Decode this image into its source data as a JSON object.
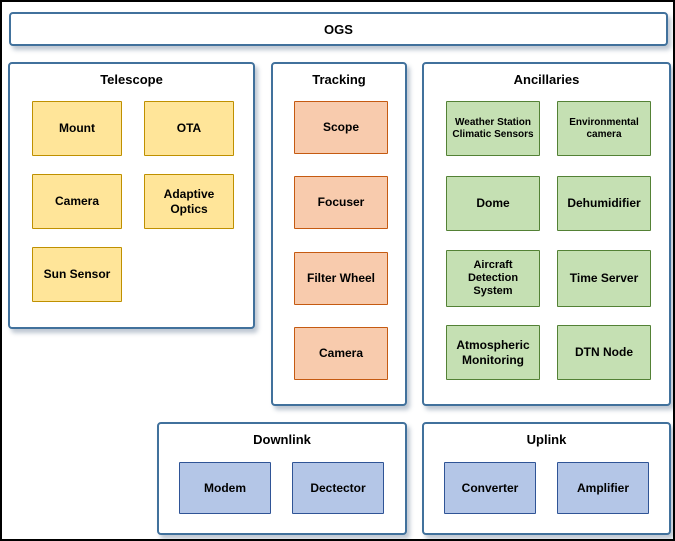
{
  "root": {
    "title": "OGS"
  },
  "telescope": {
    "title": "Telescope",
    "items": {
      "mount": "Mount",
      "ota": "OTA",
      "camera": "Camera",
      "adaptive_optics": "Adaptive Optics",
      "sun_sensor": "Sun Sensor"
    }
  },
  "tracking": {
    "title": "Tracking",
    "items": {
      "scope": "Scope",
      "focuser": "Focuser",
      "filter_wheel": "Filter Wheel",
      "camera": "Camera"
    }
  },
  "ancillaries": {
    "title": "Ancillaries",
    "items": {
      "weather_station": "Weather Station Climatic Sensors",
      "environmental_camera": "Environmental camera",
      "dome": "Dome",
      "dehumidifier": "Dehumidifier",
      "aircraft_detection": "Aircraft Detection System",
      "time_server": "Time Server",
      "atmospheric_monitoring": "Atmospheric Monitoring",
      "dtn_node": "DTN Node"
    }
  },
  "downlink": {
    "title": "Downlink",
    "items": {
      "modem": "Modem",
      "detector": "Dectector"
    }
  },
  "uplink": {
    "title": "Uplink",
    "items": {
      "converter": "Converter",
      "amplifier": "Amplifier"
    }
  },
  "colors": {
    "panel_border": "#41719C",
    "yellow_fill": "#FFE599",
    "yellow_border": "#BF9000",
    "orange_fill": "#F8CBAD",
    "orange_border": "#C55A11",
    "green_fill": "#C5E0B3",
    "green_border": "#538135",
    "blue_fill": "#B4C6E7",
    "blue_border": "#2F5496"
  }
}
